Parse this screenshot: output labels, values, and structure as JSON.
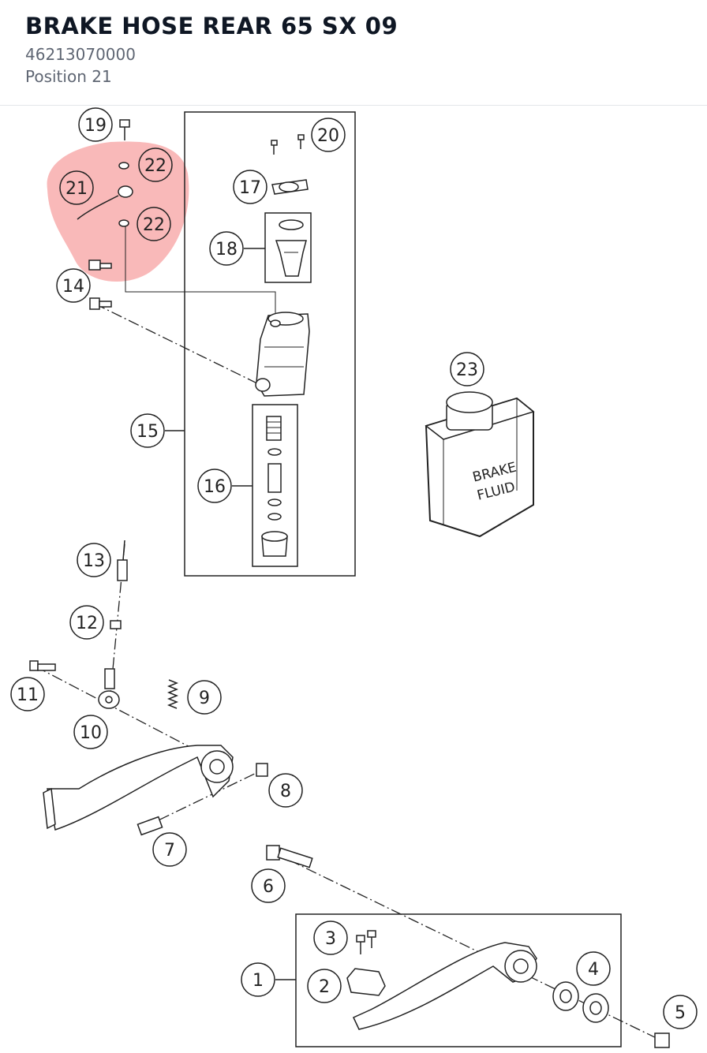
{
  "header": {
    "title": "BRAKE HOSE REAR 65 SX 09",
    "part_number": "46213070000",
    "position": "Position 21"
  },
  "diagram": {
    "highlight_color": "#f7a1a1",
    "highlighted_position": "21",
    "can_text_line1": "BRAKE",
    "can_text_line2": "FLUID",
    "callouts": [
      "1",
      "2",
      "3",
      "4",
      "5",
      "6",
      "7",
      "8",
      "9",
      "10",
      "11",
      "12",
      "13",
      "14",
      "15",
      "16",
      "17",
      "18",
      "19",
      "20",
      "21",
      "22",
      "22",
      "23"
    ]
  }
}
